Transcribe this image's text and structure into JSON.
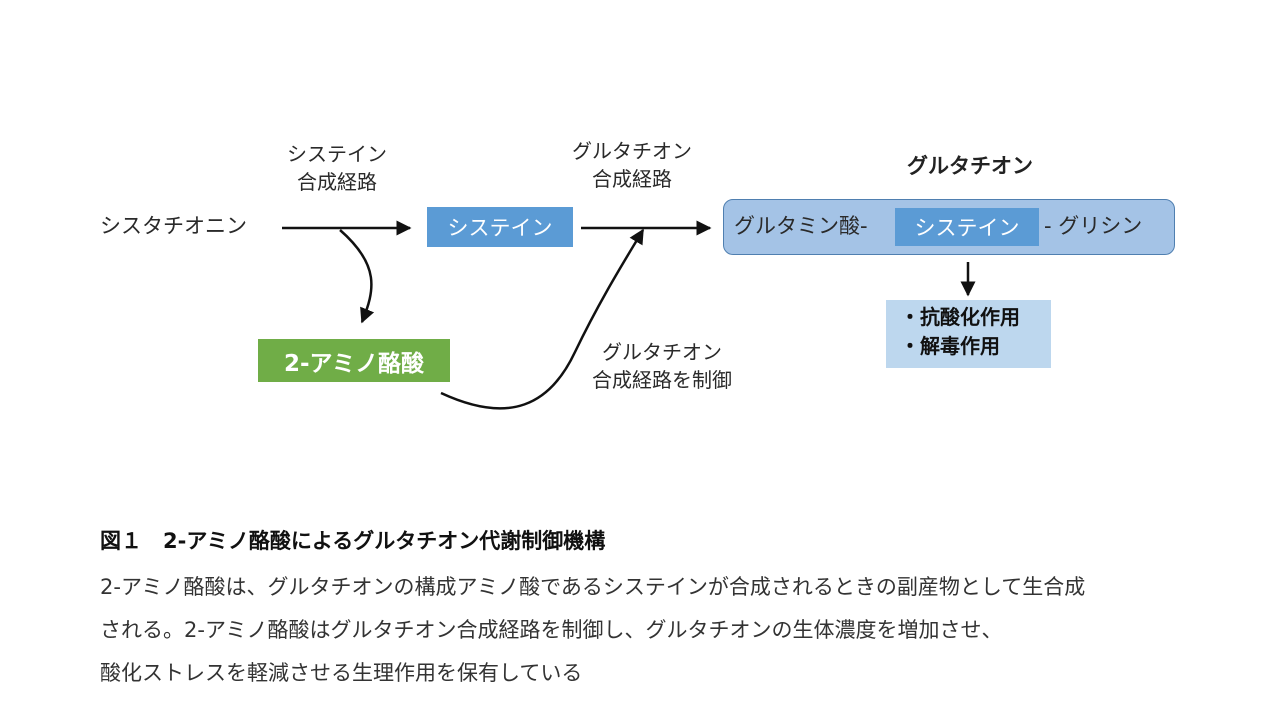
{
  "diagram": {
    "label_cysteine_synthesis": [
      "システイン",
      "合成経路"
    ],
    "label_glutathione_synthesis": [
      "グルタチオン",
      "合成経路"
    ],
    "glutathione_title": "グルタチオン",
    "cystathionine": "シスタチオニン",
    "cysteine": "システイン",
    "glutathione_structure": {
      "part1": "グルタミン酸-",
      "part2": "システイン",
      "part3": "- グリシン"
    },
    "byproduct": "2-アミノ酪酸",
    "regulation_label": [
      "グルタチオン",
      "合成経路を制御"
    ],
    "effects": [
      "・抗酸化作用",
      "・解毒作用"
    ]
  },
  "caption": {
    "title": "図１　2-アミノ酪酸によるグルタチオン代謝制御機構",
    "body": [
      "2-アミノ酪酸は、グルタチオンの構成アミノ酸であるシステインが合成されるときの副産物として生合成",
      "される。2-アミノ酪酸はグルタチオン合成経路を制御し、グルタチオンの生体濃度を増加させ、",
      "酸化ストレスを軽減させる生理作用を保有している"
    ]
  },
  "colors": {
    "cysteine_box": "#5b9bd5",
    "glutathione_box": "#a4c3e6",
    "aba_box": "#70ad47",
    "effects_box": "#bdd7ee"
  }
}
